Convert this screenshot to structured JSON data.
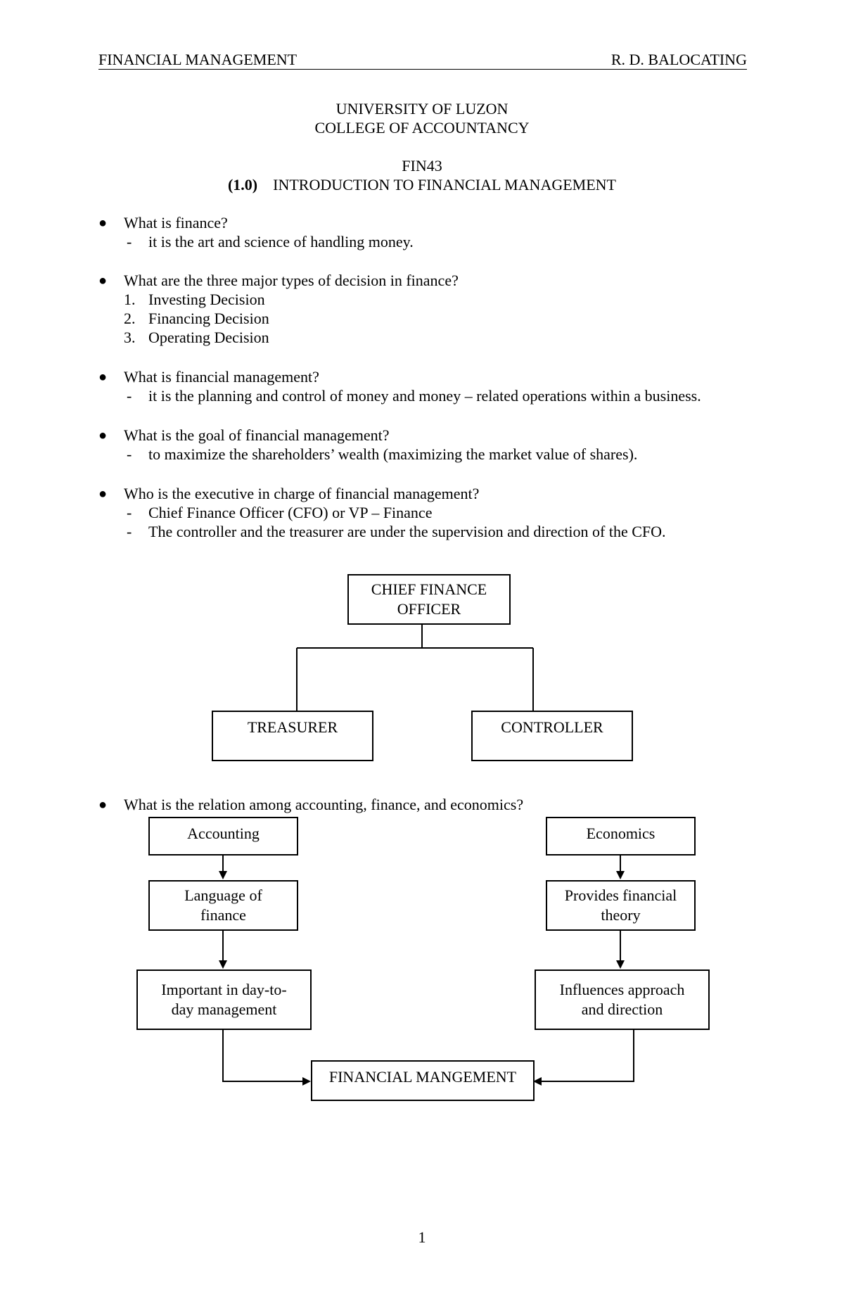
{
  "header": {
    "left": "FINANCIAL MANAGEMENT",
    "right": "R. D. BALOCATING"
  },
  "title": {
    "line1": "UNIVERSITY OF LUZON",
    "line2": "COLLEGE OF ACCOUNTANCY",
    "course": "FIN43",
    "section_num": "(1.0)",
    "section_title": "INTRODUCTION TO FINANCIAL MANAGEMENT"
  },
  "qa": {
    "q1": "What is finance?",
    "a1": "it is the art and science of handling money.",
    "q2": "What are the three major types of decision in finance?",
    "list": [
      {
        "num": "1.",
        "text": "Investing Decision"
      },
      {
        "num": "2.",
        "text": "Financing Decision"
      },
      {
        "num": "3.",
        "text": "Operating Decision"
      }
    ],
    "q3": "What is financial management?",
    "a3": "it is the planning and control of money and money – related operations within a business.",
    "q4": "What is the goal of financial management?",
    "a4": "to maximize the shareholders’ wealth (maximizing the market value of shares).",
    "q5": "Who is the executive in charge of financial management?",
    "a5a": "Chief Finance Officer (CFO) or VP – Finance",
    "a5b": "The controller and the treasurer are under the supervision and direction of the CFO.",
    "q6": "What is the relation among accounting, finance, and economics?"
  },
  "org_chart": {
    "cfo_line1": "CHIEF FINANCE",
    "cfo_line2": "OFFICER",
    "treasurer": "TREASURER",
    "controller": "CONTROLLER"
  },
  "relation": {
    "accounting": "Accounting",
    "lang_line1": "Language of",
    "lang_line2": "finance",
    "important_line1": "Important in day-to-",
    "important_line2": "day management",
    "economics": "Economics",
    "provides_line1": "Provides financial",
    "provides_line2": "theory",
    "influences_line1": "Influences approach",
    "influences_line2": "and direction",
    "fm": "FINANCIAL MANGEMENT"
  },
  "footer": {
    "page_number": "1"
  }
}
